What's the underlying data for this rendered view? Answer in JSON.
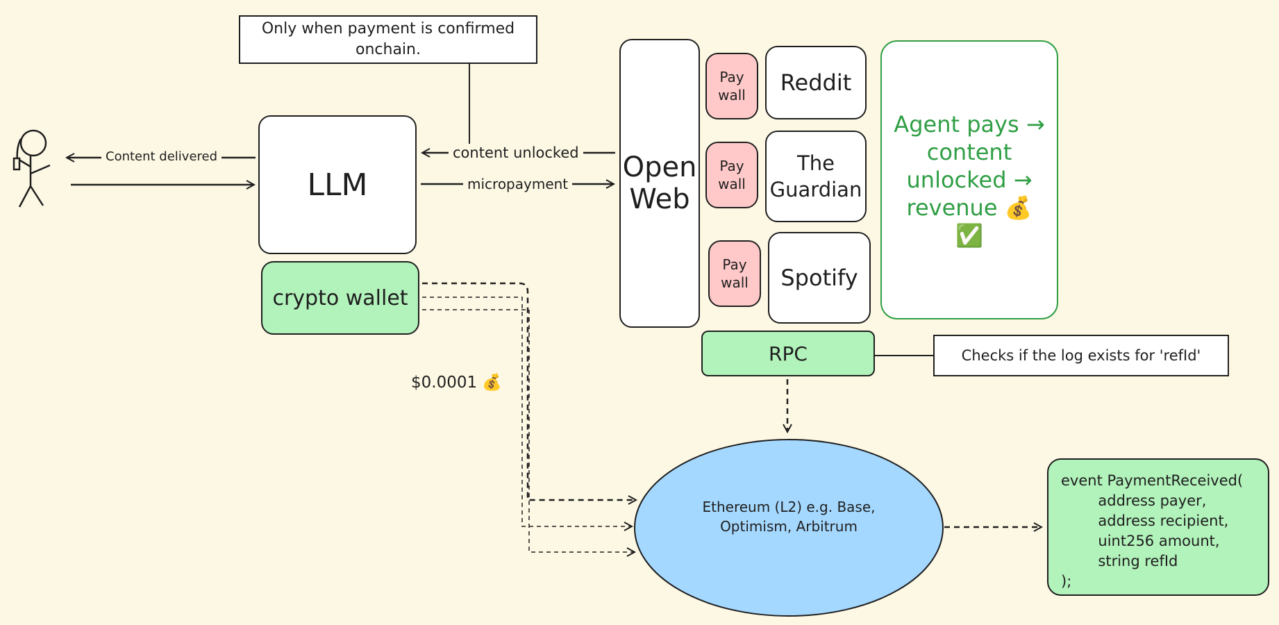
{
  "notes": {
    "top": "Only when payment is confirmed onchain.",
    "rpc_check": "Checks if the log exists for 'refId'"
  },
  "arrows": {
    "content_delivered": "Content delivered",
    "content_unlocked": "content unlocked",
    "micropayment": "micropayment"
  },
  "llm": "LLM",
  "crypto_wallet": "crypto wallet",
  "amount": "$0.0001 💰",
  "open_web": "Open Web",
  "paywall": "Pay wall",
  "sites": [
    "Reddit",
    "The Guardian",
    "Spotify"
  ],
  "summary": "Agent pays → content unlocked → revenue 💰 ✅",
  "rpc": "RPC",
  "ethereum": "Ethereum (L2) e.g. Base, Optimism, Arbitrum",
  "event_code": "event PaymentReceived(\n        address payer,\n        address recipient,\n        uint256 amount,\n        string refId\n);",
  "colors": {
    "background": "#fdf8e4",
    "green_fill": "#b2f2bb",
    "pink_fill": "#ffc9c9",
    "blue_fill": "#a5d8ff",
    "summary_green": "#2f9e44"
  }
}
